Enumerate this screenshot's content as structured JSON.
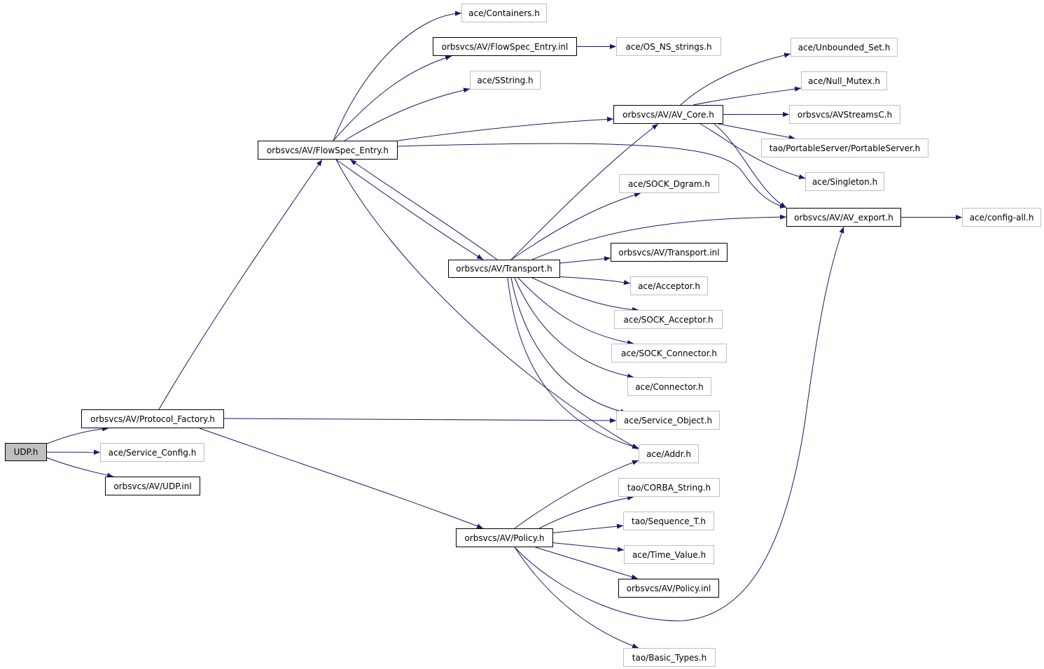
{
  "graph": {
    "nodes": [
      {
        "id": "udp_h",
        "label": "UDP.h",
        "kind": "root"
      },
      {
        "id": "protocol_factory_h",
        "label": "orbsvcs/AV/Protocol_Factory.h",
        "kind": "internal"
      },
      {
        "id": "service_config_h",
        "label": "ace/Service_Config.h",
        "kind": "external"
      },
      {
        "id": "udp_inl",
        "label": "orbsvcs/AV/UDP.inl",
        "kind": "internal"
      },
      {
        "id": "flowspec_entry_h",
        "label": "orbsvcs/AV/FlowSpec_Entry.h",
        "kind": "internal"
      },
      {
        "id": "containers_h",
        "label": "ace/Containers.h",
        "kind": "external"
      },
      {
        "id": "flowspec_entry_inl",
        "label": "orbsvcs/AV/FlowSpec_Entry.inl",
        "kind": "internal"
      },
      {
        "id": "os_ns_strings_h",
        "label": "ace/OS_NS_strings.h",
        "kind": "external"
      },
      {
        "id": "sstring_h",
        "label": "ace/SString.h",
        "kind": "external"
      },
      {
        "id": "av_core_h",
        "label": "orbsvcs/AV/AV_Core.h",
        "kind": "internal"
      },
      {
        "id": "unbounded_set_h",
        "label": "ace/Unbounded_Set.h",
        "kind": "external"
      },
      {
        "id": "null_mutex_h",
        "label": "ace/Null_Mutex.h",
        "kind": "external"
      },
      {
        "id": "avstreamsc_h",
        "label": "orbsvcs/AVStreamsC.h",
        "kind": "external"
      },
      {
        "id": "portableserver_h",
        "label": "tao/PortableServer/PortableServer.h",
        "kind": "external"
      },
      {
        "id": "singleton_h",
        "label": "ace/Singleton.h",
        "kind": "external"
      },
      {
        "id": "sock_dgram_h",
        "label": "ace/SOCK_Dgram.h",
        "kind": "external"
      },
      {
        "id": "av_export_h",
        "label": "orbsvcs/AV/AV_export.h",
        "kind": "internal"
      },
      {
        "id": "config_all_h",
        "label": "ace/config-all.h",
        "kind": "external"
      },
      {
        "id": "transport_h",
        "label": "orbsvcs/AV/Transport.h",
        "kind": "internal"
      },
      {
        "id": "transport_inl",
        "label": "orbsvcs/AV/Transport.inl",
        "kind": "internal"
      },
      {
        "id": "acceptor_h",
        "label": "ace/Acceptor.h",
        "kind": "external"
      },
      {
        "id": "sock_acceptor_h",
        "label": "ace/SOCK_Acceptor.h",
        "kind": "external"
      },
      {
        "id": "sock_connector_h",
        "label": "ace/SOCK_Connector.h",
        "kind": "external"
      },
      {
        "id": "connector_h",
        "label": "ace/Connector.h",
        "kind": "external"
      },
      {
        "id": "service_object_h",
        "label": "ace/Service_Object.h",
        "kind": "external"
      },
      {
        "id": "addr_h",
        "label": "ace/Addr.h",
        "kind": "external"
      },
      {
        "id": "corba_string_h",
        "label": "tao/CORBA_String.h",
        "kind": "external"
      },
      {
        "id": "sequence_t_h",
        "label": "tao/Sequence_T.h",
        "kind": "external"
      },
      {
        "id": "policy_h",
        "label": "orbsvcs/AV/Policy.h",
        "kind": "internal"
      },
      {
        "id": "time_value_h",
        "label": "ace/Time_Value.h",
        "kind": "external"
      },
      {
        "id": "policy_inl",
        "label": "orbsvcs/AV/Policy.inl",
        "kind": "internal"
      },
      {
        "id": "basic_types_h",
        "label": "tao/Basic_Types.h",
        "kind": "external"
      }
    ],
    "edges": [
      {
        "from": "udp_h",
        "to": "protocol_factory_h"
      },
      {
        "from": "udp_h",
        "to": "service_config_h"
      },
      {
        "from": "udp_h",
        "to": "udp_inl"
      },
      {
        "from": "protocol_factory_h",
        "to": "flowspec_entry_h"
      },
      {
        "from": "protocol_factory_h",
        "to": "service_object_h"
      },
      {
        "from": "protocol_factory_h",
        "to": "policy_h"
      },
      {
        "from": "flowspec_entry_h",
        "to": "containers_h"
      },
      {
        "from": "flowspec_entry_h",
        "to": "flowspec_entry_inl"
      },
      {
        "from": "flowspec_entry_h",
        "to": "sstring_h"
      },
      {
        "from": "flowspec_entry_h",
        "to": "av_core_h"
      },
      {
        "from": "flowspec_entry_h",
        "to": "av_export_h"
      },
      {
        "from": "flowspec_entry_h",
        "to": "transport_h"
      },
      {
        "from": "flowspec_entry_h",
        "to": "addr_h"
      },
      {
        "from": "flowspec_entry_inl",
        "to": "os_ns_strings_h"
      },
      {
        "from": "av_core_h",
        "to": "unbounded_set_h"
      },
      {
        "from": "av_core_h",
        "to": "null_mutex_h"
      },
      {
        "from": "av_core_h",
        "to": "avstreamsc_h"
      },
      {
        "from": "av_core_h",
        "to": "portableserver_h"
      },
      {
        "from": "av_core_h",
        "to": "singleton_h"
      },
      {
        "from": "av_core_h",
        "to": "av_export_h"
      },
      {
        "from": "av_export_h",
        "to": "config_all_h"
      },
      {
        "from": "transport_h",
        "to": "flowspec_entry_h"
      },
      {
        "from": "transport_h",
        "to": "av_core_h"
      },
      {
        "from": "transport_h",
        "to": "sock_dgram_h"
      },
      {
        "from": "transport_h",
        "to": "av_export_h"
      },
      {
        "from": "transport_h",
        "to": "transport_inl"
      },
      {
        "from": "transport_h",
        "to": "acceptor_h"
      },
      {
        "from": "transport_h",
        "to": "sock_acceptor_h"
      },
      {
        "from": "transport_h",
        "to": "sock_connector_h"
      },
      {
        "from": "transport_h",
        "to": "connector_h"
      },
      {
        "from": "transport_h",
        "to": "service_object_h"
      },
      {
        "from": "transport_h",
        "to": "addr_h"
      },
      {
        "from": "policy_h",
        "to": "addr_h"
      },
      {
        "from": "policy_h",
        "to": "corba_string_h"
      },
      {
        "from": "policy_h",
        "to": "sequence_t_h"
      },
      {
        "from": "policy_h",
        "to": "time_value_h"
      },
      {
        "from": "policy_h",
        "to": "policy_inl"
      },
      {
        "from": "policy_h",
        "to": "basic_types_h"
      },
      {
        "from": "policy_h",
        "to": "av_export_h"
      }
    ]
  },
  "colors": {
    "edge": "#191970",
    "internal_border": "#000000",
    "external_border": "#bfbfbf",
    "root_fill": "#bfbfbf"
  }
}
